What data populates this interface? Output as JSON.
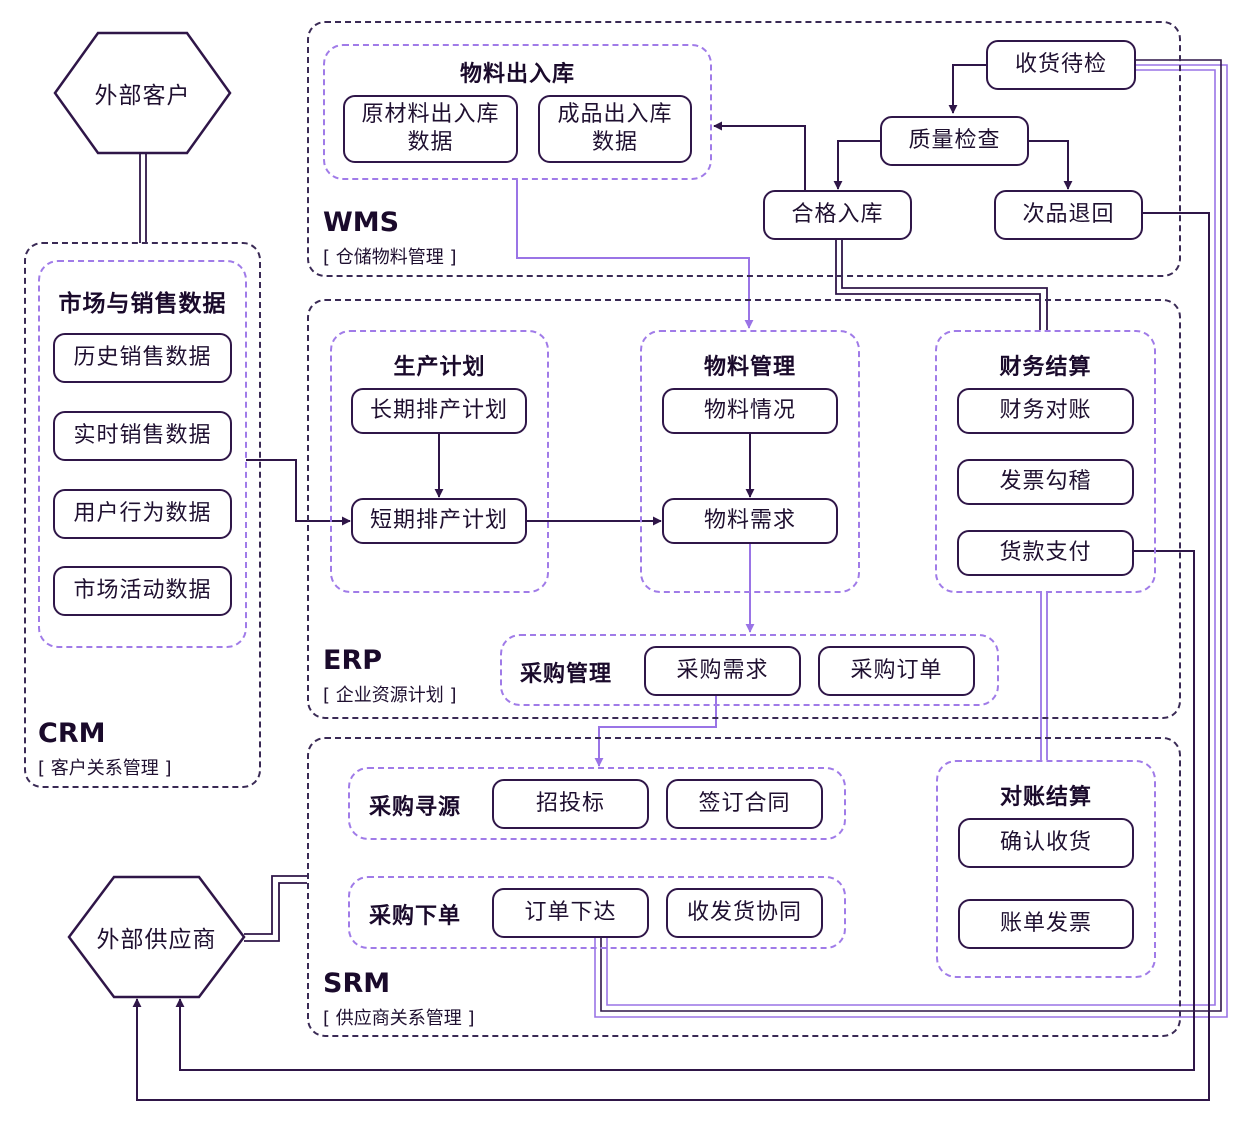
{
  "external": {
    "customer": "外部客户",
    "supplier": "外部供应商"
  },
  "crm": {
    "name": "CRM",
    "subtitle": "[ 客户关系管理 ]",
    "module_title": "市场与销售数据",
    "items": [
      "历史销售数据",
      "实时销售数据",
      "用户行为数据",
      "市场活动数据"
    ]
  },
  "wms": {
    "name": "WMS",
    "subtitle": "[ 仓储物料管理 ]",
    "io": {
      "title": "物料出入库",
      "raw": "原材料出入库\n数据",
      "finished": "成品出入库\n数据"
    },
    "receive": "收货待检",
    "quality": "质量检查",
    "qualified": "合格入库",
    "defect": "次品退回"
  },
  "erp": {
    "name": "ERP",
    "subtitle": "[ 企业资源计划 ]",
    "production": {
      "title": "生产计划",
      "long_term": "长期排产计划",
      "short_term": "短期排产计划"
    },
    "material": {
      "title": "物料管理",
      "status": "物料情况",
      "demand": "物料需求"
    },
    "finance": {
      "title": "财务结算",
      "reconcile": "财务对账",
      "invoice": "发票勾稽",
      "payment": "货款支付"
    },
    "purchase": {
      "title": "采购管理",
      "demand": "采购需求",
      "order": "采购订单"
    }
  },
  "srm": {
    "name": "SRM",
    "subtitle": "[ 供应商关系管理 ]",
    "sourcing": {
      "title": "采购寻源",
      "bidding": "招投标",
      "contract": "签订合同"
    },
    "ordering": {
      "title": "采购下单",
      "issue": "订单下达",
      "delivery": "收发货协同"
    },
    "settlement": {
      "title": "对账结算",
      "confirm": "确认收货",
      "bill": "账单发票"
    }
  },
  "colors": {
    "dark_line": "#2f1648",
    "light_line": "#a07be8",
    "module_border": "#a07be8",
    "system_border": "#3a2a55"
  }
}
